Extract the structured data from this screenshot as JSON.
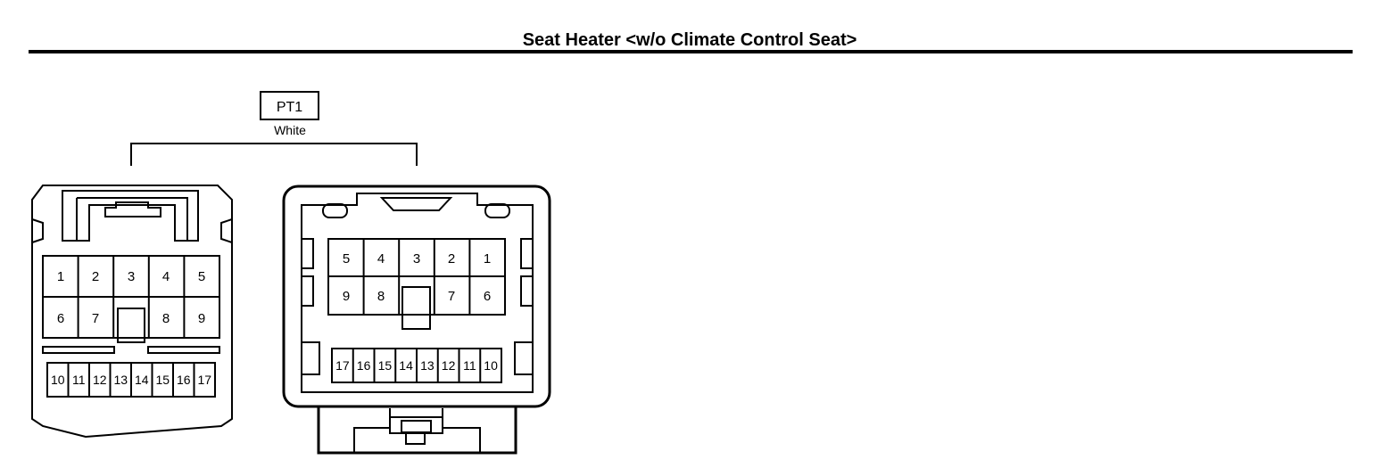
{
  "diagram": {
    "title": "Seat Heater <w/o Climate Control Seat>",
    "connector_code": "PT1",
    "connector_color": "White"
  },
  "left_connector": {
    "row1": [
      "1",
      "2",
      "3",
      "4",
      "5"
    ],
    "row2": [
      "6",
      "7",
      "8",
      "9"
    ],
    "row3": [
      "10",
      "11",
      "12",
      "13",
      "14",
      "15",
      "16",
      "17"
    ]
  },
  "right_connector": {
    "row1": [
      "5",
      "4",
      "3",
      "2",
      "1"
    ],
    "row2": [
      "9",
      "8",
      "7",
      "6"
    ],
    "row3": [
      "17",
      "16",
      "15",
      "14",
      "13",
      "12",
      "11",
      "10"
    ]
  }
}
